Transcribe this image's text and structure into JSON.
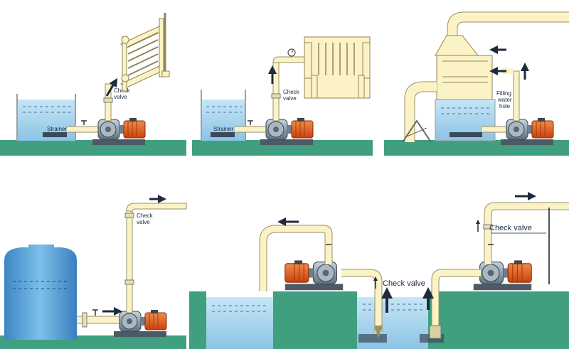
{
  "labels": {
    "strainer": "Strainer",
    "check_valve_two_line_a": "Check",
    "check_valve_two_line_b": "valve",
    "filling_a": "Filling",
    "filling_b": "water",
    "filling_c": "hole",
    "check_valve": "Check valve"
  },
  "colors": {
    "ground": "#3f9f7e",
    "pipe": "#fbf3c6",
    "pipe_stroke": "#9a9065",
    "water": "#a9d5ec",
    "tank_wall": "#b8b8b8",
    "motor": "#e25a1e",
    "pump": "#5d7180",
    "arrow": "#1f2a3a"
  }
}
